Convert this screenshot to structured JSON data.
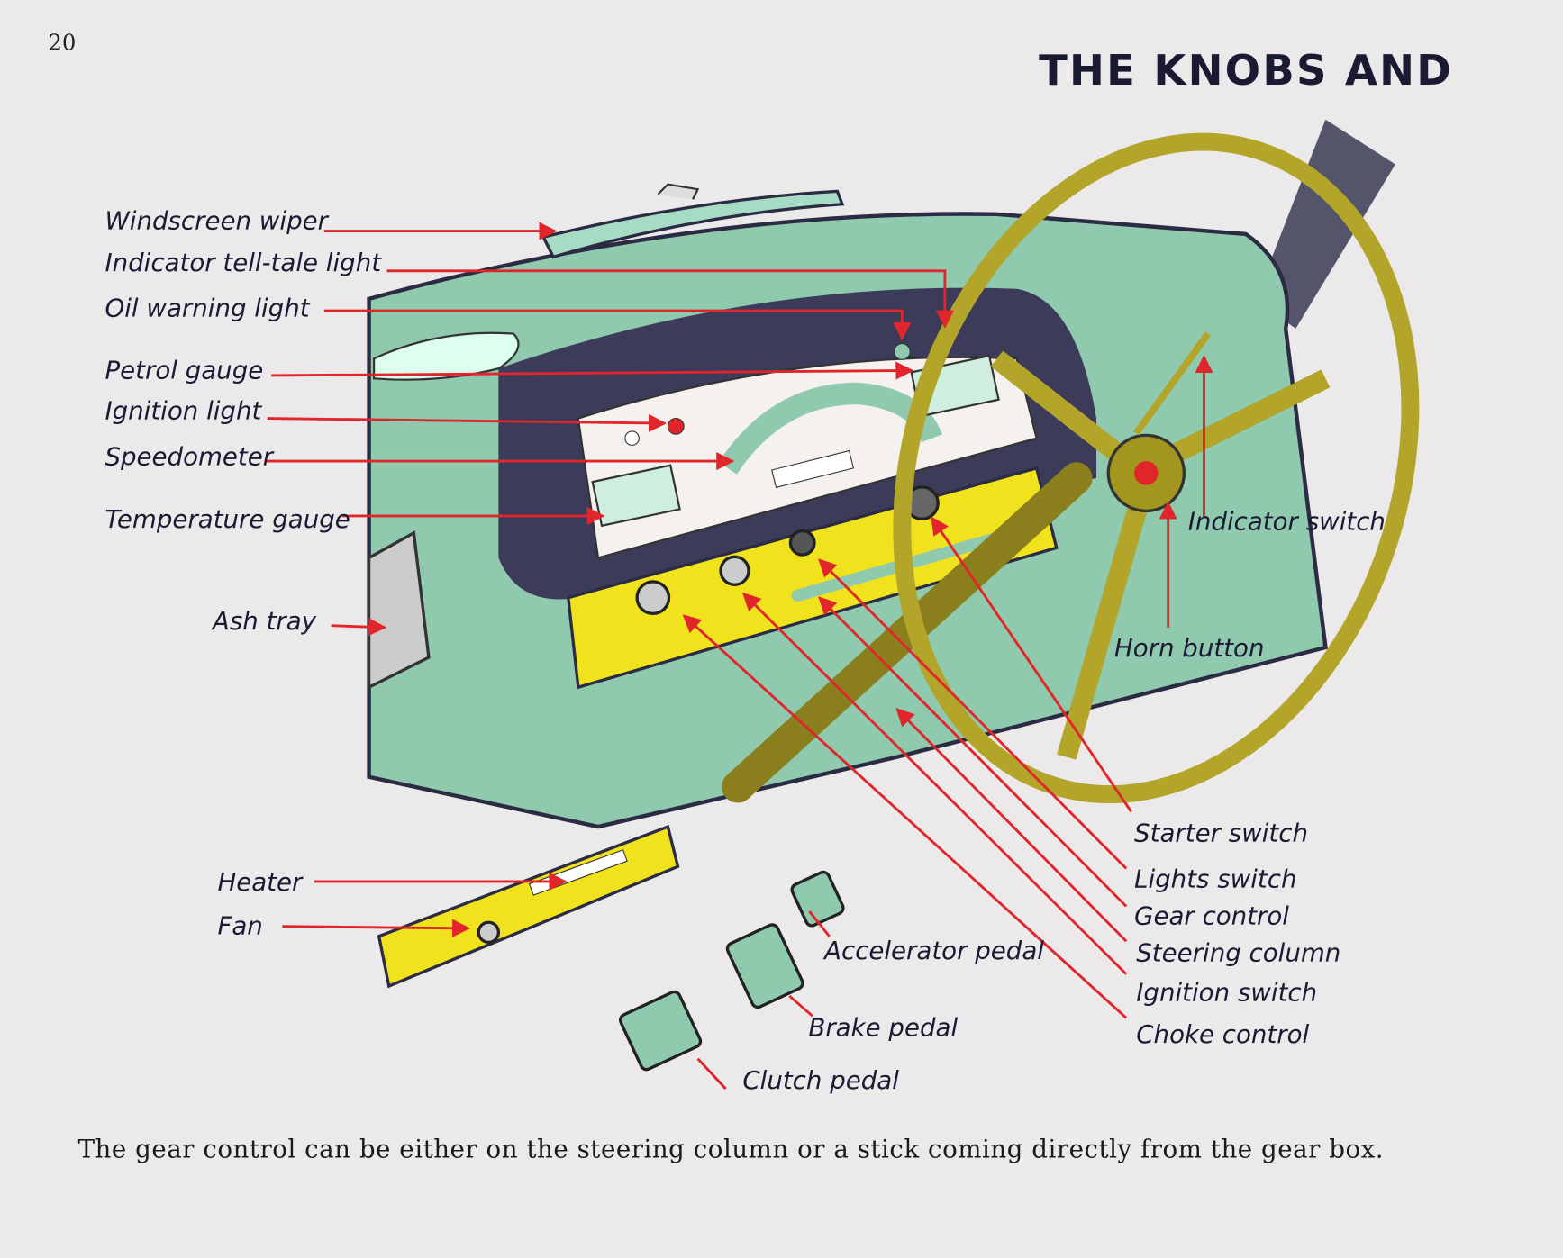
{
  "page_number": "20",
  "title": "THE KNOBS AND",
  "labels": {
    "windscreen_wiper": "Windscreen wiper",
    "indicator_tell_tale_light": "Indicator tell-tale light",
    "oil_warning_light": "Oil warning light",
    "petrol_gauge": "Petrol gauge",
    "ignition_light": "Ignition light",
    "speedometer": "Speedometer",
    "temperature_gauge": "Temperature gauge",
    "ash_tray": "Ash tray",
    "indicator_switch": "Indicator switch",
    "horn_button": "Horn button",
    "starter_switch": "Starter switch",
    "lights_switch": "Lights switch",
    "gear_control": "Gear control",
    "steering_column": "Steering column",
    "ignition_switch": "Ignition switch",
    "choke_control": "Choke control",
    "heater": "Heater",
    "fan": "Fan",
    "accelerator_pedal": "Accelerator pedal",
    "brake_pedal": "Brake pedal",
    "clutch_pedal": "Clutch pedal"
  },
  "caption": "The gear control can be either on the steering column or a stick coming directly from the gear box.",
  "colors": {
    "pointer": "#e0262a",
    "dash_green": "#8fc9ae",
    "panel_yellow": "#f0e21c",
    "wheel": "#b3a52a",
    "ink": "#1a1a33"
  }
}
